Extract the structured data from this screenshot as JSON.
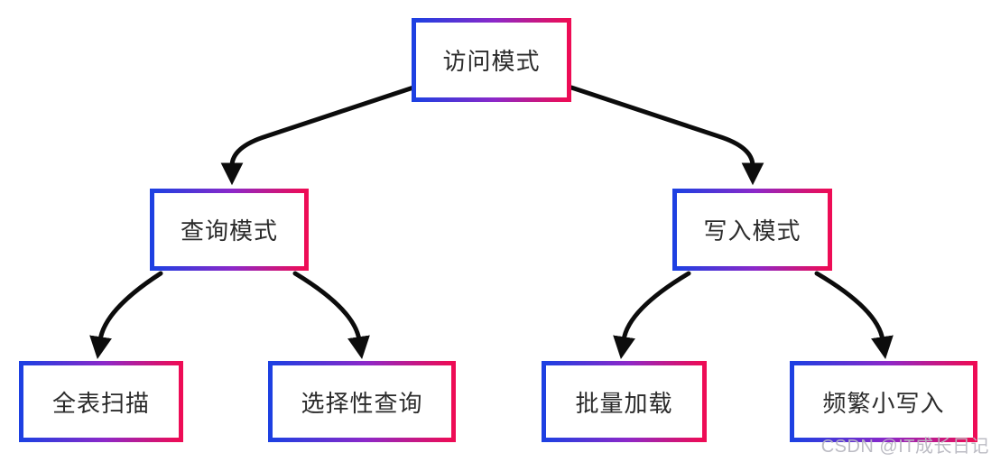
{
  "diagram": {
    "title": "access-pattern-tree",
    "nodes": [
      {
        "id": "access-mode",
        "label": "访问模式",
        "level": 1
      },
      {
        "id": "query-mode",
        "label": "查询模式",
        "level": 2
      },
      {
        "id": "write-mode",
        "label": "写入模式",
        "level": 2
      },
      {
        "id": "full-table-scan",
        "label": "全表扫描",
        "level": 3
      },
      {
        "id": "selective-query",
        "label": "选择性查询",
        "level": 3
      },
      {
        "id": "batch-load",
        "label": "批量加载",
        "level": 3
      },
      {
        "id": "frequent-small-writes",
        "label": "频繁小写入",
        "level": 3
      }
    ],
    "edges": [
      {
        "from": "access-mode",
        "to": "query-mode"
      },
      {
        "from": "access-mode",
        "to": "write-mode"
      },
      {
        "from": "query-mode",
        "to": "full-table-scan"
      },
      {
        "from": "query-mode",
        "to": "selective-query"
      },
      {
        "from": "write-mode",
        "to": "batch-load"
      },
      {
        "from": "write-mode",
        "to": "frequent-small-writes"
      }
    ]
  },
  "watermark": {
    "text": "CSDN @IT成长日记"
  },
  "colors": {
    "border_gradient_start": "#1d40e2",
    "border_gradient_mid": "#8c28c9",
    "border_gradient_end": "#ee0c55",
    "arrow": "#0c0c0c",
    "watermark": "#b9b9c1",
    "node_text": "#2b2b2b",
    "background": "#ffffff"
  }
}
